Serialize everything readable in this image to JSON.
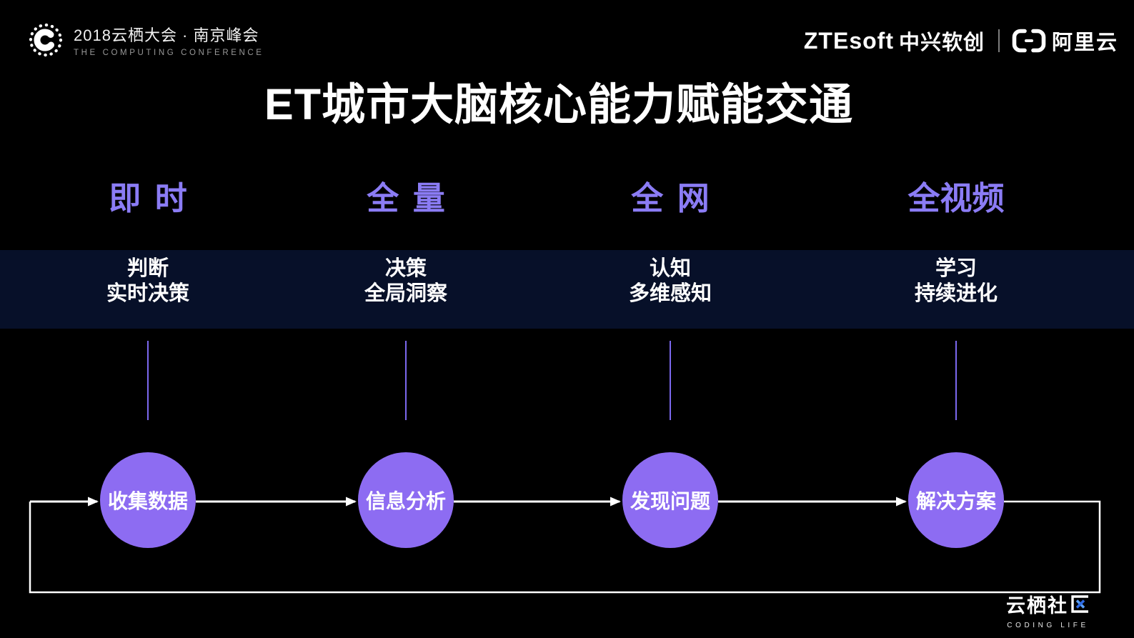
{
  "colors": {
    "background": "#000000",
    "header_purple": "#8b7cf5",
    "circle_purple": "#8d6cf2",
    "vline_purple": "#7b68ee",
    "band_navy": "#071029",
    "flow_line_white": "#ffffff",
    "blue_x": "#3b82f6",
    "subtitle_gray": "#989898"
  },
  "top_left": {
    "logo_icon": "dotted-swirl-conference-icon",
    "title": "2018云栖大会 · 南京峰会",
    "subtitle": "THE COMPUTING CONFERENCE"
  },
  "top_right": {
    "ztesoft": "ZTEsoft",
    "ztesoft_cn": "中兴软创",
    "alicloud_icon": "alicloud-brackets-icon",
    "alicloud_cn": "阿里云"
  },
  "title": "ET城市大脑核心能力赋能交通",
  "columns": [
    {
      "header": "即 时",
      "band_line1": "判断",
      "band_line2": "实时决策",
      "node": "收集数据"
    },
    {
      "header": "全 量",
      "band_line1": "决策",
      "band_line2": "全局洞察",
      "node": "信息分析"
    },
    {
      "header": "全 网",
      "band_line1": "认知",
      "band_line2": "多维感知",
      "node": "发现问题"
    },
    {
      "header": "全视频",
      "band_line1": "学习",
      "band_line2": "持续进化",
      "node": "解决方案"
    }
  ],
  "flow": {
    "direction": "left-to-right with feedback loop from last node back to first",
    "nodes": [
      "收集数据",
      "信息分析",
      "发现问题",
      "解决方案"
    ]
  },
  "footer": {
    "brand_prefix": "云栖社",
    "brand_last_char": "区",
    "brand_full": "云栖社区",
    "x_icon": "blue-x-in-box-icon",
    "tagline": "CODING LIFE"
  }
}
